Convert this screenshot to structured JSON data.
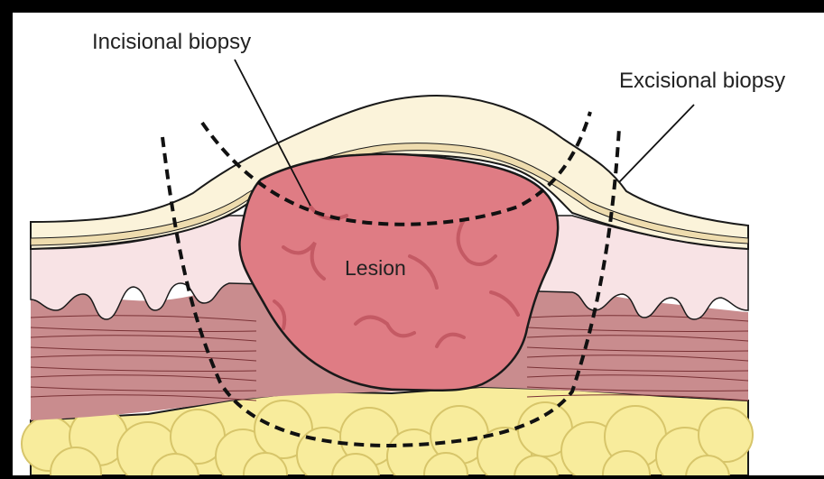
{
  "labels": {
    "incisional": "Incisional biopsy",
    "excisional": "Excisional biopsy",
    "lesion": "Lesion"
  },
  "colors": {
    "frame": "#000000",
    "background": "#ffffff",
    "epidermis": "#fbf3da",
    "epidermis_band": "#eedcae",
    "dermis": "#f8e3e5",
    "muscle": "#c98c8e",
    "muscle_line": "#7a3236",
    "lesion": "#df7c84",
    "lesion_dark": "#c45a64",
    "fat": "#f8ec9c",
    "fat_line": "#d7c56a",
    "outline": "#1a1a1a"
  },
  "icons": {
    "incisional_pointer": "leader-line",
    "excisional_pointer": "leader-line",
    "incisional_cut": "dashed-arc",
    "excisional_cut": "dashed-u-curve"
  }
}
